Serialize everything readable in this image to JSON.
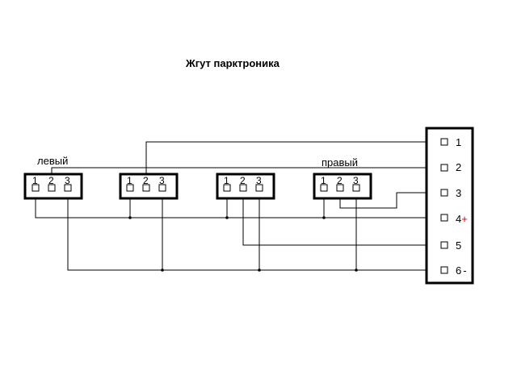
{
  "title": "Жгут парктроника",
  "labels": {
    "left": "левый",
    "right": "правый"
  },
  "sensors": [
    {
      "pins": [
        "1",
        "2",
        "3"
      ]
    },
    {
      "pins": [
        "1",
        "2",
        "3"
      ]
    },
    {
      "pins": [
        "1",
        "2",
        "3"
      ]
    },
    {
      "pins": [
        "1",
        "2",
        "3"
      ]
    }
  ],
  "connector": {
    "pins": [
      {
        "num": "1",
        "sign": ""
      },
      {
        "num": "2",
        "sign": ""
      },
      {
        "num": "3",
        "sign": ""
      },
      {
        "num": "4",
        "sign": "+"
      },
      {
        "num": "5",
        "sign": ""
      },
      {
        "num": "6",
        "sign": "-"
      }
    ]
  },
  "colors": {
    "line": "#000000",
    "plus": "#cc0000"
  }
}
